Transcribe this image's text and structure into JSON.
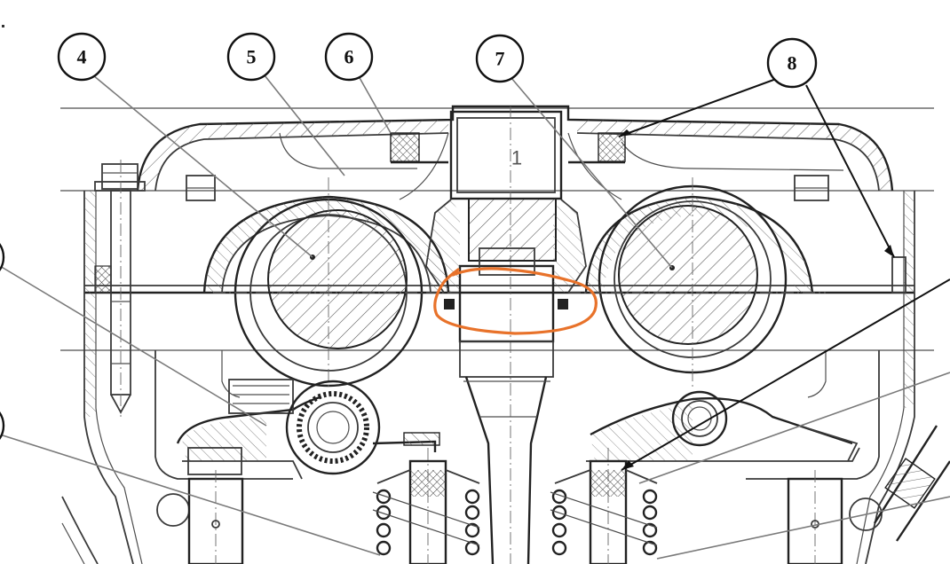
{
  "callouts": {
    "c4": "4",
    "c5": "5",
    "c6": "6",
    "c7": "7",
    "c8": "8"
  },
  "center_mark": "1",
  "colors": {
    "line": "#3a3a3a",
    "hatch": "#555555",
    "highlight": "#e8722a",
    "background": "#ffffff"
  }
}
